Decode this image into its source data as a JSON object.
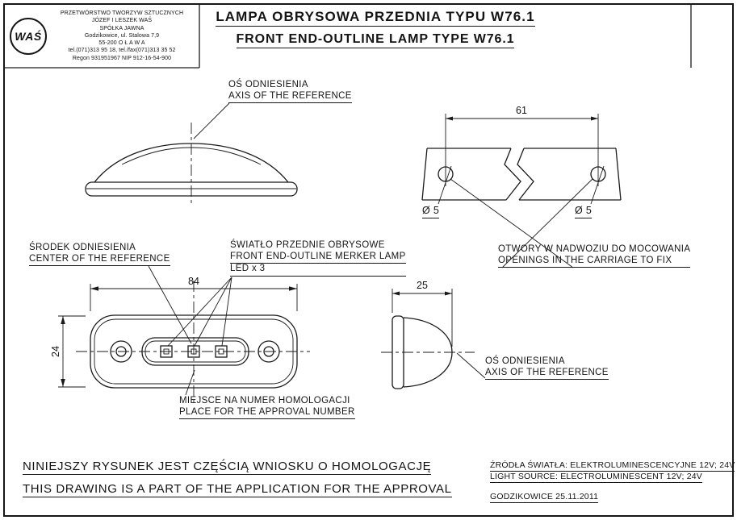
{
  "company": {
    "logo": "WAŚ",
    "lines": [
      "PRZETWÓRSTWO TWORZYW SZTUCZNYCH",
      "JÓZEF I LESZEK WAŚ",
      "SPÓŁKA JAWNA",
      "Godzikowice, ul. Stalowa 7,9",
      "55-200  O Ł A W A",
      "tel.(071)313 95 18, tel./fax(071)313 35 52",
      "Regon 931951967 NIP 912-16-54-900"
    ]
  },
  "title": {
    "pl": "LAMPA OBRYSOWA PRZEDNIA TYPU W76.1",
    "en": "FRONT END-OUTLINE LAMP TYPE W76.1"
  },
  "labels": {
    "axis_side": {
      "pl": "OŚ ODNIESIENIA",
      "en": "AXIS OF THE REFERENCE"
    },
    "center_ref": {
      "pl": "ŚRODEK ODNIESIENIA",
      "en": "CENTER OF THE REFERENCE"
    },
    "marker_lamp": {
      "pl": "ŚWIATŁO PRZEDNIE OBRYSOWE",
      "en": "FRONT END-OUTLINE MERKER LAMP",
      "note": "LED x 3"
    },
    "mount_holes": {
      "pl": "OTWORY W NADWOZIU DO MOCOWANIA",
      "en": "OPENINGS IN THE CARRIAGE TO FIX"
    },
    "approval": {
      "pl": "MIEJSCE NA NUMER HOMOLOGACJI",
      "en": "PLACE FOR THE APPROVAL NUMBER"
    },
    "axis_profile": {
      "pl": "OŚ ODNIESIENIA",
      "en": "AXIS OF THE REFERENCE"
    }
  },
  "dimensions": {
    "hole_spacing": "61",
    "hole_dia_left": "Ø 5",
    "hole_dia_right": "Ø 5",
    "width": "84",
    "height": "24",
    "depth": "25"
  },
  "footer": {
    "statement": {
      "pl": "NINIEJSZY RYSUNEK JEST CZĘŚCIĄ WNIOSKU O HOMOLOGACJĘ",
      "en": "THIS DRAWING IS A PART OF THE APPLICATION FOR THE APPROVAL"
    },
    "light_source": {
      "pl": "ŹRÓDŁA ŚWIATŁA: ELEKTROLUMINESCENCYJNE 12V; 24V",
      "en": "LIGHT SOURCE: ELECTROLUMINESCENT 12V; 24V"
    },
    "place_date": "GODZIKOWICE 25.11.2011"
  },
  "colors": {
    "line": "#1a1a1a",
    "background": "#ffffff"
  }
}
